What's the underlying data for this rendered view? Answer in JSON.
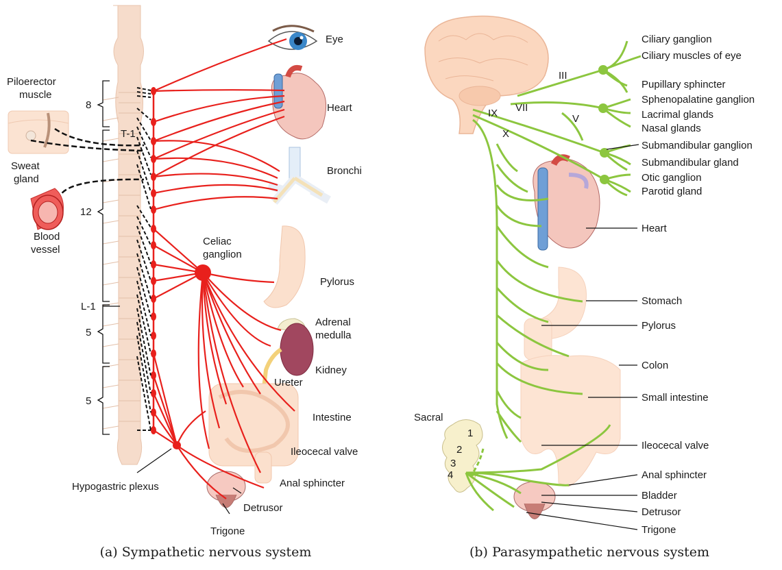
{
  "colors": {
    "sympathetic": "#e8201c",
    "parasympathetic": "#8cc63f",
    "organ_skin": "#f8d5c0",
    "spine": "#f6dccb",
    "leader": "#111111"
  },
  "sympathetic": {
    "caption": "(a) Sympathetic nervous system",
    "vertebral_labels": {
      "c8": "8",
      "t1": "T-1",
      "t12": "12",
      "l1": "L-1",
      "l5": "5",
      "s5": "5"
    },
    "organs": {
      "eye": "Eye",
      "heart": "Heart",
      "bronchi": "Bronchi",
      "celiac_line1": "Celiac",
      "celiac_line2": "ganglion",
      "pylorus": "Pylorus",
      "adrenal_line1": "Adrenal",
      "adrenal_line2": "medulla",
      "kidney": "Kidney",
      "ureter": "Ureter",
      "intestine": "Intestine",
      "ileocecal": "Ileocecal valve",
      "anal": "Anal sphincter",
      "detrusor": "Detrusor",
      "trigone": "Trigone",
      "hypogastric": "Hypogastric plexus",
      "pilo_line1": "Piloerector",
      "pilo_line2": "muscle",
      "sweat_line1": "Sweat",
      "sweat_line2": "gland",
      "vessel_line1": "Blood",
      "vessel_line2": "vessel"
    }
  },
  "parasympathetic": {
    "caption": "(b) Parasympathetic nervous system",
    "nerves": {
      "n3": "III",
      "n7": "VII",
      "n9": "IX",
      "n5": "V",
      "n10": "X"
    },
    "targets": {
      "ciliary_ganglion": "Ciliary ganglion",
      "ciliary_muscles": "Ciliary muscles of eye",
      "pupillary": "Pupillary sphincter",
      "spheno": "Sphenopalatine ganglion",
      "lacrimal": "Lacrimal glands",
      "nasal": "Nasal glands",
      "submand_ganglion": "Submandibular ganglion",
      "submand_gland": "Submandibular gland",
      "otic": "Otic ganglion",
      "parotid": "Parotid gland",
      "heart": "Heart",
      "stomach": "Stomach",
      "pylorus": "Pylorus",
      "colon": "Colon",
      "small_intestine": "Small intestine",
      "ileocecal": "Ileocecal valve",
      "anal": "Anal sphincter",
      "bladder": "Bladder",
      "detrusor": "Detrusor",
      "trigone": "Trigone"
    },
    "sacral": {
      "title": "Sacral",
      "s1": "1",
      "s2": "2",
      "s3": "3",
      "s4": "4"
    }
  }
}
